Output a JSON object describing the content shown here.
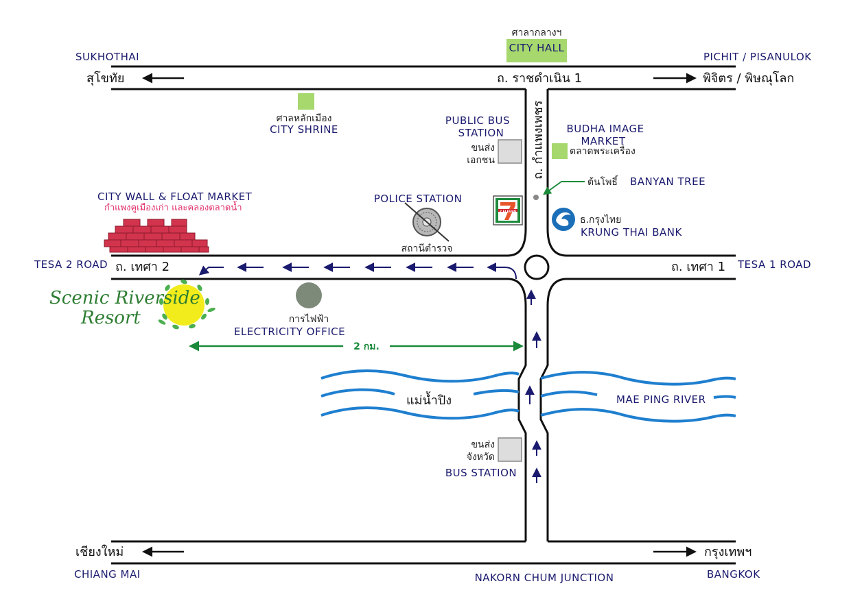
{
  "colors": {
    "road": "#111111",
    "arrow": "#1a1a6e",
    "label_en": "#1a1a6e",
    "landmark_green": "#a6d86e",
    "river": "#1f7fcf",
    "distance": "#1a8a3a",
    "wall_brick": "#d2344e",
    "bank_blue": "#1a6fb8",
    "resort_green": "#2e7d32",
    "resort_yellow": "#f2ec1c",
    "electricity_gray": "#7d8a7a"
  },
  "directions": {
    "top_left_en": "SUKHOTHAI",
    "top_left_th": "สุโขทัย",
    "top_right_en": "PICHIT / PISANULOK",
    "top_right_th": "พิจิตร / พิษณุโลก",
    "bottom_left_th": "เชียงใหม่",
    "bottom_left_en": "CHIANG MAI",
    "bottom_right_th": "กรุงเทพฯ",
    "bottom_right_en": "BANGKOK",
    "junction_en": "NAKORN CHUM JUNCTION"
  },
  "roads": {
    "top_road_th": "ถ. ราชดำเนิน 1",
    "vertical_road_th": "ถ. กำแพงเพชร",
    "tesa1_th": "ถ. เทศา 1",
    "tesa1_en": "TESA 1 ROAD",
    "tesa2_th": "ถ. เทศา 2",
    "tesa2_en": "TESA 2 ROAD"
  },
  "landmarks": {
    "city_hall_th": "ศาลากลางฯ",
    "city_hall_en": "CITY HALL",
    "city_shrine_th": "ศาลหลักเมือง",
    "city_shrine_en": "CITY SHRINE",
    "public_bus_en_1": "PUBLIC BUS",
    "public_bus_en_2": "STATION",
    "public_bus_th_1": "ขนส่ง",
    "public_bus_th_2": "เอกชน",
    "budha_en_1": "BUDHA IMAGE",
    "budha_en_2": "MARKET",
    "budha_th": "ตลาดพระเครื่อง",
    "banyan_th": "ต้นโพธิ์",
    "banyan_en": "BANYAN TREE",
    "city_wall_en": "CITY WALL & FLOAT MARKET",
    "city_wall_th": "กำแพงคูเมืองเก่า และคลองตลาดน้ำ",
    "police_en": "POLICE STATION",
    "police_th": "สถานีตำรวจ",
    "seven_eleven_logo": "7 ELEVEN",
    "bank_th": "ธ.กรุงไทย",
    "bank_en": "KRUNG THAI BANK",
    "resort_line1": "Scenic Riverside",
    "resort_line2": "Resort",
    "electricity_th": "การไฟฟ้า",
    "electricity_en": "ELECTRICITY OFFICE",
    "distance": "2 กม.",
    "river_th": "แม่น้ำปิง",
    "river_en": "MAE PING RIVER",
    "bus_station_th_1": "ขนส่ง",
    "bus_station_th_2": "จังหวัด",
    "bus_station_en": "BUS STATION"
  }
}
